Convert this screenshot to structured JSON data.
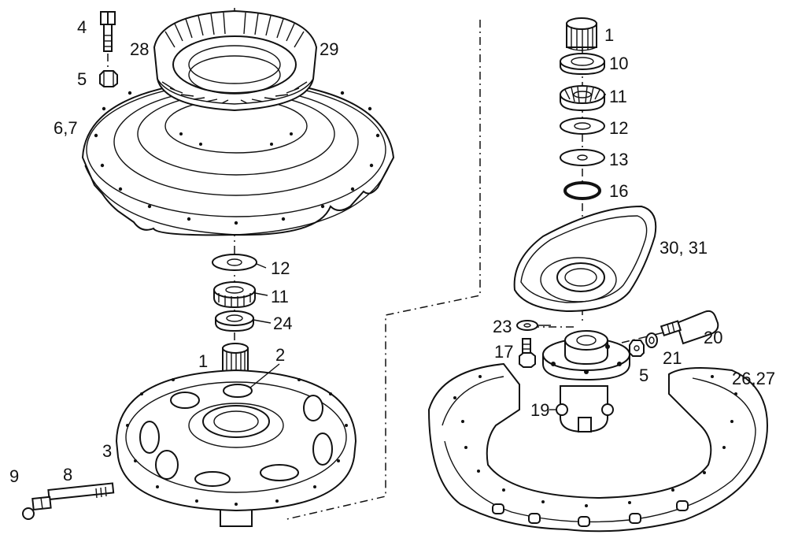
{
  "diagram": {
    "colors": {
      "ink": "#111111",
      "paper": "#ffffff"
    },
    "labels": {
      "l_4": "4",
      "l_5_left": "5",
      "l_6_7": "6,7",
      "l_28": "28",
      "l_29": "29",
      "l_12_left": "12",
      "l_11_left": "11",
      "l_24": "24",
      "l_1_left": "1",
      "l_2": "2",
      "l_3": "3",
      "l_9": "9",
      "l_8": "8",
      "l_1_right": "1",
      "l_10": "10",
      "l_11_right": "11",
      "l_12_right": "12",
      "l_13": "13",
      "l_16": "16",
      "l_30_31": "30, 31",
      "l_23": "23",
      "l_17": "17",
      "l_20": "20",
      "l_21": "21",
      "l_5_right": "5",
      "l_26_27": "26,27",
      "l_19": "19"
    }
  }
}
